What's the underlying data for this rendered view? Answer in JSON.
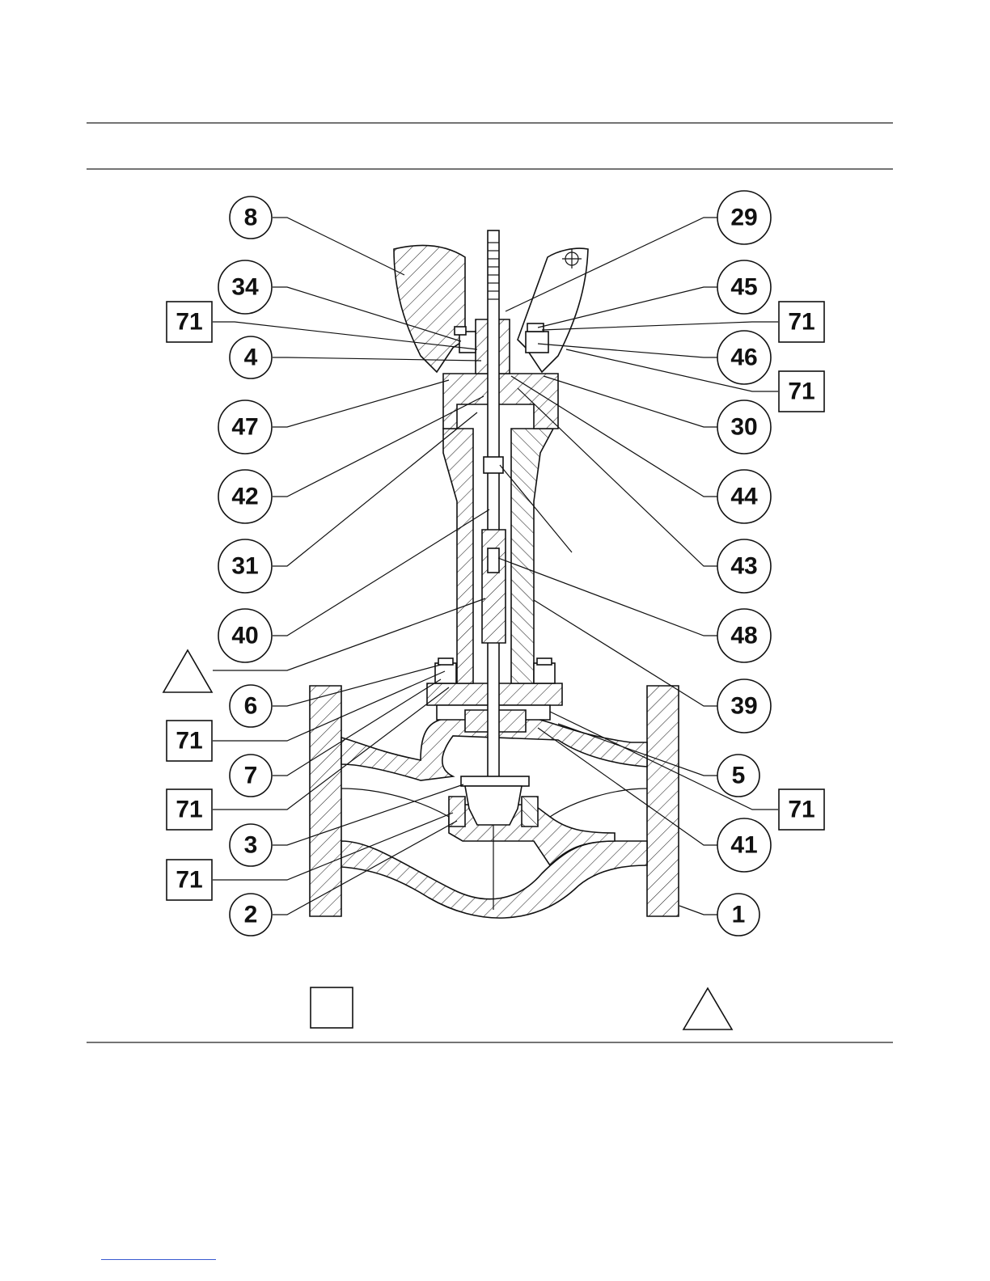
{
  "callouts": {
    "c8": "8",
    "c29": "29",
    "c34": "34",
    "c45": "45",
    "c71a": "71",
    "c71b": "71",
    "c4": "4",
    "c46": "46",
    "c71c": "71",
    "c47": "47",
    "c30": "30",
    "c42": "42",
    "c44": "44",
    "c31": "31",
    "c43": "43",
    "c40": "40",
    "c48": "48",
    "c6": "6",
    "c39": "39",
    "c71d": "71",
    "c7": "7",
    "c5": "5",
    "c71e": "71",
    "c71f": "71",
    "c3": "3",
    "c41": "41",
    "c71g": "71",
    "c2": "2",
    "c1": "1"
  }
}
